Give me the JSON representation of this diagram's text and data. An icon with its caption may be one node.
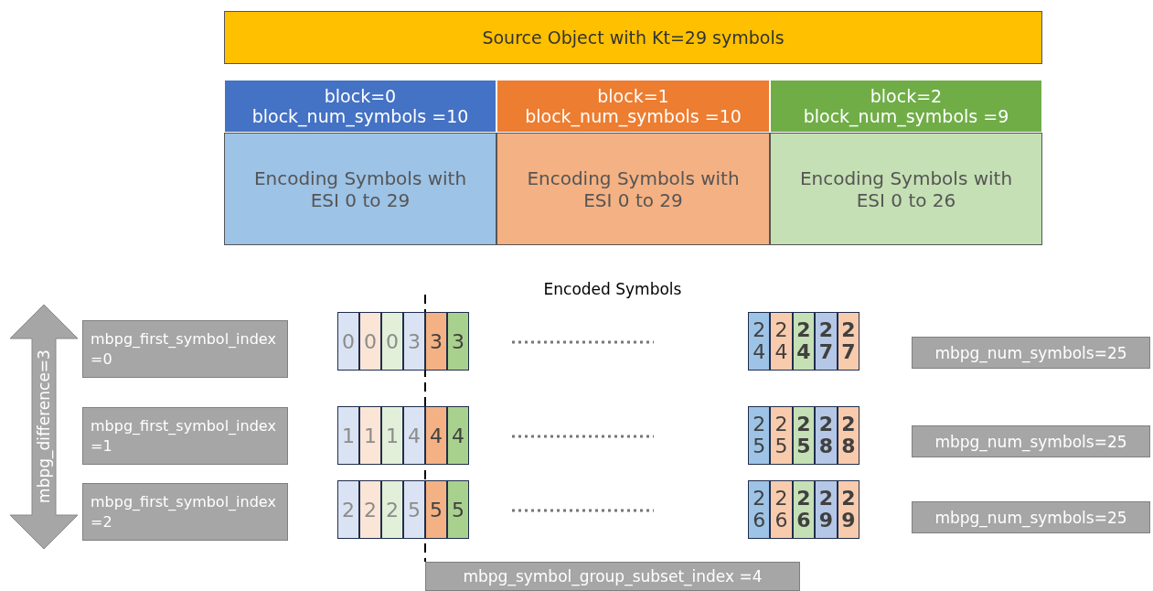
{
  "diagram": {
    "nodes": [
      {
        "text": [
          "Source Object with Kt=29 symbols"
        ]
      },
      {
        "text": [
          "block=0",
          "block_num_symbols =10"
        ]
      },
      {
        "text": [
          "block=1",
          "block_num_symbols =10"
        ]
      },
      {
        "text": [
          "block=2",
          "block_num_symbols =9"
        ]
      },
      {
        "text": [
          "Encoding Symbols with ESI 0 to 29"
        ]
      },
      {
        "text": [
          "Encoding Symbols with ESI 0 to 29"
        ]
      },
      {
        "text": [
          "Encoding Symbols with ESI 0 to 26"
        ]
      },
      {
        "text": [
          "mbpg_first_symbol_index=0"
        ]
      },
      {
        "text": [
          "0"
        ]
      },
      {
        "text": [
          "0"
        ]
      },
      {
        "text": [
          "0"
        ]
      },
      {
        "text": [
          "3"
        ]
      },
      {
        "text": [
          "3"
        ]
      },
      {
        "text": [
          "3"
        ]
      },
      {
        "text": [
          "24"
        ]
      },
      {
        "text": [
          "24"
        ]
      },
      {
        "text": [
          "24"
        ]
      },
      {
        "text": [
          "27"
        ]
      },
      {
        "text": [
          "27"
        ]
      },
      {
        "text": [
          "mbpg_num_symbols=25"
        ]
      },
      {
        "text": [
          "mbpg_first_symbol_index=1"
        ]
      },
      {
        "text": [
          "1"
        ]
      },
      {
        "text": [
          "1"
        ]
      },
      {
        "text": [
          "1"
        ]
      },
      {
        "text": [
          "4"
        ]
      },
      {
        "text": [
          "4"
        ]
      },
      {
        "text": [
          "4"
        ]
      },
      {
        "text": [
          "25"
        ]
      },
      {
        "text": [
          "25"
        ]
      },
      {
        "text": [
          "25"
        ]
      },
      {
        "text": [
          "28"
        ]
      },
      {
        "text": [
          "28"
        ]
      },
      {
        "text": [
          "mbpg_num_symbols=25"
        ]
      },
      {
        "text": [
          "mbpg_first_symbol_index=2"
        ]
      },
      {
        "text": [
          "2"
        ]
      },
      {
        "text": [
          "2"
        ]
      },
      {
        "text": [
          "2"
        ]
      },
      {
        "text": [
          "5"
        ]
      },
      {
        "text": [
          "5"
        ]
      },
      {
        "text": [
          "5"
        ]
      },
      {
        "text": [
          "26"
        ]
      },
      {
        "text": [
          "26"
        ]
      },
      {
        "text": [
          "26"
        ]
      },
      {
        "text": [
          "29"
        ]
      },
      {
        "text": [
          "29"
        ]
      },
      {
        "text": [
          "mbpg_num_symbols=25"
        ]
      },
      {
        "text": [
          "mbpg_symbol_group_subset_index =4"
        ]
      }
    ],
    "edges": [
      {
        "from": null,
        "to": 46,
        "arrow": "none",
        "style": "dashed"
      }
    ],
    "labels": [
      "Encoded Symbols",
      "mbpg_difference=3"
    ]
  }
}
